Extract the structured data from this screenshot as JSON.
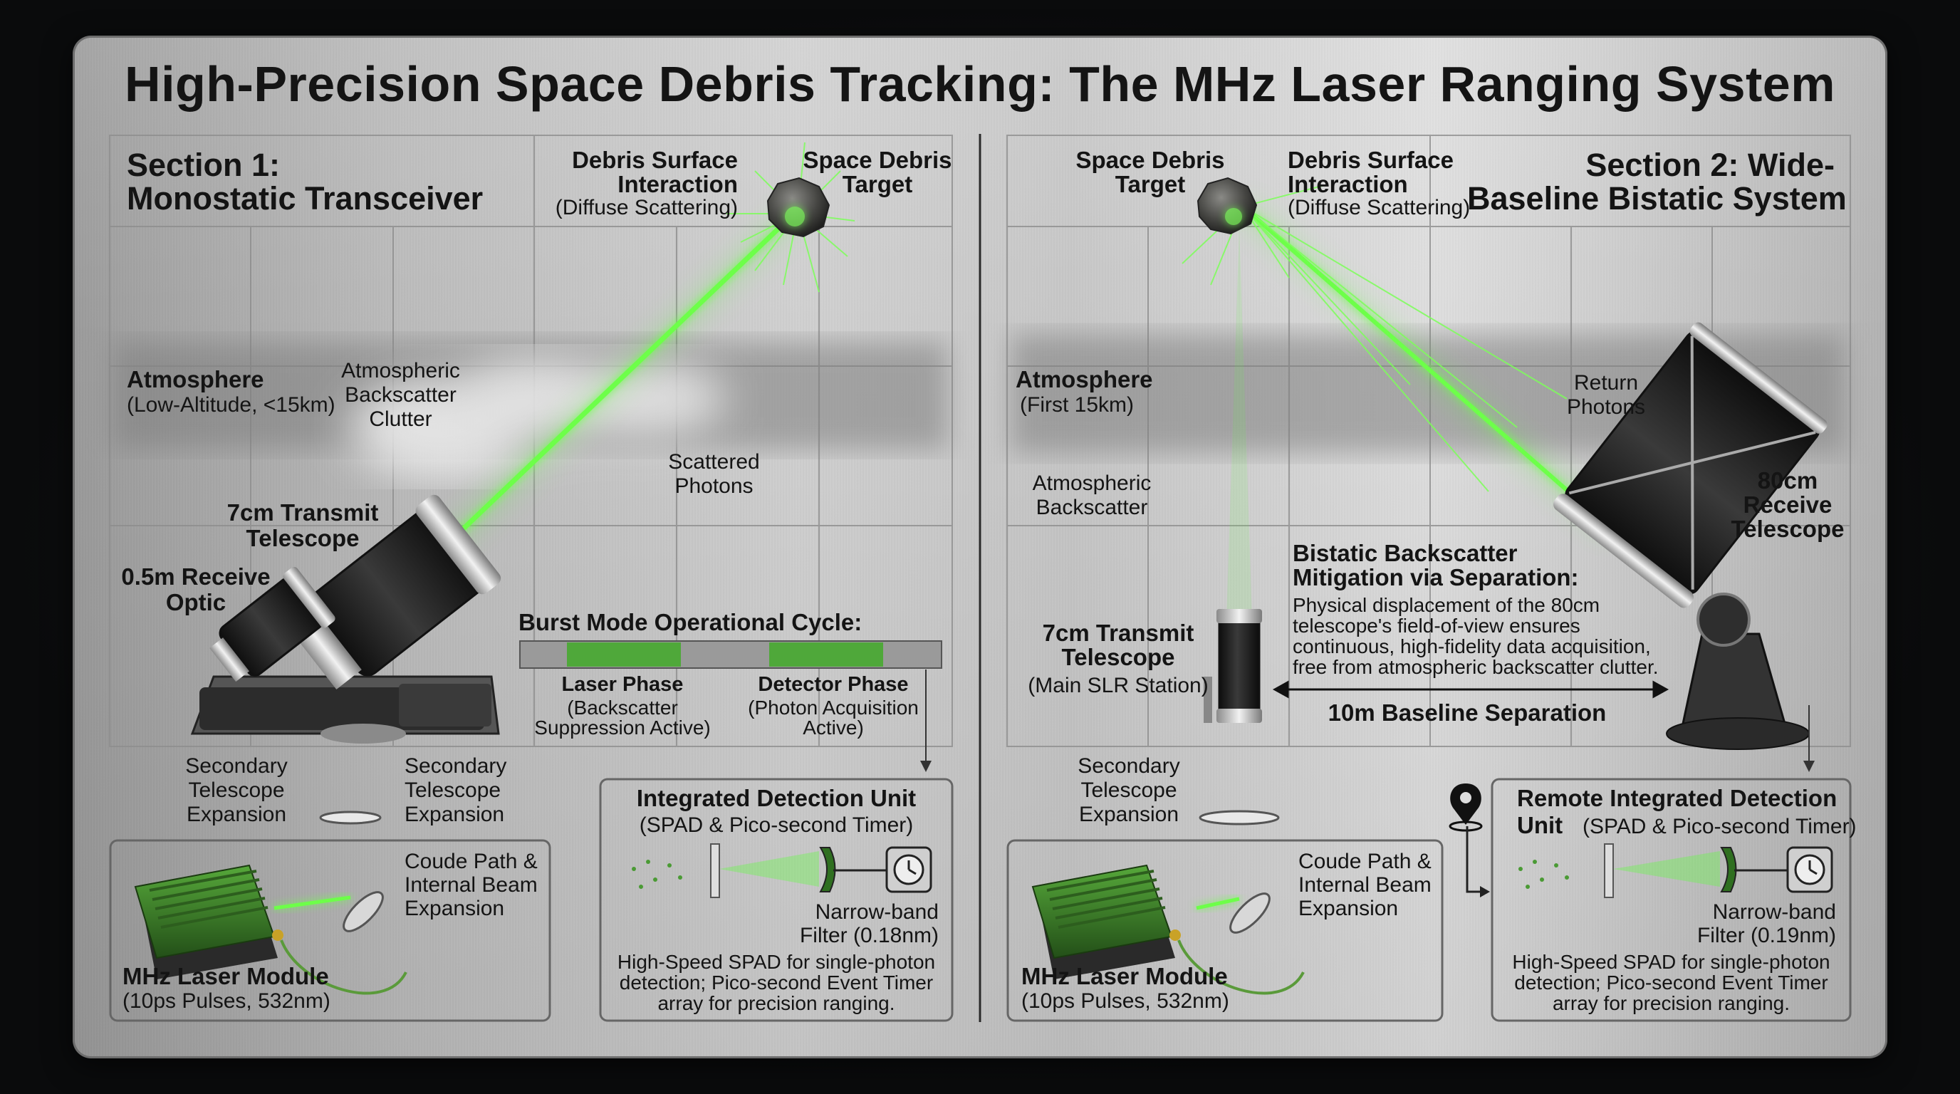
{
  "title": "High-Precision Space Debris Tracking: The MHz Laser Ranging System",
  "section1": {
    "heading_line1": "Section 1:",
    "heading_line2": "Monostatic Transceiver",
    "debris_interaction_line1": "Debris Surface",
    "debris_interaction_line2": "Interaction",
    "debris_interaction_sub": "(Diffuse Scattering)",
    "space_debris_line1": "Space Debris",
    "space_debris_line2": "Target",
    "atmosphere": "Atmosphere",
    "atmosphere_sub": "(Low-Altitude, <15km)",
    "backscatter_line1": "Atmospheric",
    "backscatter_line2": "Backscatter",
    "backscatter_line3": "Clutter",
    "scattered_line1": "Scattered",
    "scattered_line2": "Photons",
    "transmit_line1": "7cm Transmit",
    "transmit_line2": "Telescope",
    "receive_line1": "0.5m Receive",
    "receive_line2": "Optic",
    "burst_title": "Burst Mode Operational Cycle:",
    "laser_phase": "Laser Phase",
    "laser_phase_sub1": "(Backscatter",
    "laser_phase_sub2": "Suppression Active)",
    "detector_phase": "Detector Phase",
    "detector_phase_sub1": "(Photon Acquisition",
    "detector_phase_sub2": "Active)",
    "secondary_left_1": "Secondary",
    "secondary_left_2": "Telescope",
    "secondary_left_3": "Expansion",
    "secondary_right_1": "Secondary",
    "secondary_right_2": "Telescope",
    "secondary_right_3": "Expansion",
    "coude_1": "Coude Path &",
    "coude_2": "Internal Beam",
    "coude_3": "Expansion",
    "laser_module": "MHz Laser Module",
    "laser_module_sub": "(10ps Pulses, 532nm)",
    "detection_title": "Integrated Detection Unit",
    "detection_sub": "(SPAD & Pico-second Timer)",
    "filter_1": "Narrow-band",
    "filter_2": "Filter (0.18nm)",
    "spad_1": "High-Speed SPAD for single-photon",
    "spad_2": "detection; Pico-second Event Timer",
    "spad_3": "array for precision ranging."
  },
  "section2": {
    "heading_line1": "Section 2: Wide-",
    "heading_line2": "Baseline Bistatic System",
    "space_debris_line1": "Space Debris",
    "space_debris_line2": "Target",
    "debris_interaction_line1": "Debris Surface",
    "debris_interaction_line2": "Interaction",
    "debris_interaction_sub": "(Diffuse Scattering)",
    "atmosphere": "Atmosphere",
    "atmosphere_sub": "(First 15km)",
    "backscatter_line1": "Atmospheric",
    "backscatter_line2": "Backscatter",
    "return_line1": "Return",
    "return_line2": "Photons",
    "receive_line1": "80cm",
    "receive_line2": "Receive",
    "receive_line3": "Telescope",
    "bistatic_line1": "Bistatic Backscatter",
    "bistatic_line2": "Mitigation via Separation:",
    "bistatic_desc1": "Physical displacement of the 80cm",
    "bistatic_desc2": "telescope's field-of-view ensures",
    "bistatic_desc3": "continuous, high-fidelity data acquisition,",
    "bistatic_desc4": "free from atmospheric backscatter clutter.",
    "transmit_line1": "7cm Transmit",
    "transmit_line2": "Telescope",
    "transmit_sub": "(Main SLR Station)",
    "baseline": "10m Baseline Separation",
    "secondary_1": "Secondary",
    "secondary_2": "Telescope",
    "secondary_3": "Expansion",
    "coude_1": "Coude Path &",
    "coude_2": "Internal Beam",
    "coude_3": "Expansion",
    "laser_module": "MHz Laser Module",
    "laser_module_sub": "(10ps Pulses, 532nm)",
    "detection_title_1": "Remote Integrated Detection",
    "detection_title_2": "Unit",
    "detection_sub": "(SPAD & Pico-second Timer)",
    "filter_1": "Narrow-band",
    "filter_2": "Filter (0.19nm)",
    "spad_1": "High-Speed SPAD for single-photon",
    "spad_2": "detection; Pico-second Event Timer",
    "spad_3": "array for precision ranging."
  },
  "colors": {
    "laser_green": "#5cff3a",
    "phase_green": "#4fa83a",
    "text": "#141414",
    "module_green": "#3f8a2a"
  },
  "icons": [
    "asteroid-icon",
    "clock-icon",
    "location-pin-icon",
    "laser-module-icon",
    "telescope-icon"
  ]
}
